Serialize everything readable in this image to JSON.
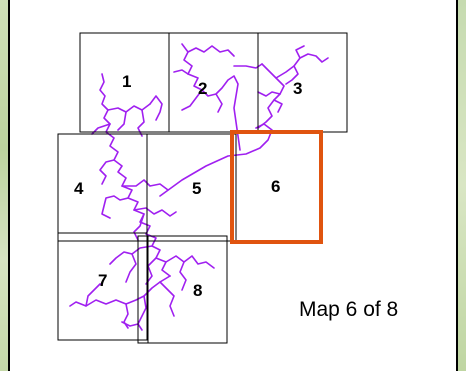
{
  "map": {
    "caption": "Map 6 of 8",
    "current_tile": "6",
    "total_tiles": 8,
    "tiles": [
      {
        "label": "1"
      },
      {
        "label": "2"
      },
      {
        "label": "3"
      },
      {
        "label": "4"
      },
      {
        "label": "5"
      },
      {
        "label": "6"
      },
      {
        "label": "7"
      },
      {
        "label": "8"
      }
    ],
    "colors": {
      "tile_border": "#000000",
      "highlight_border": "#e0540f",
      "network_line": "#a020f0"
    }
  }
}
